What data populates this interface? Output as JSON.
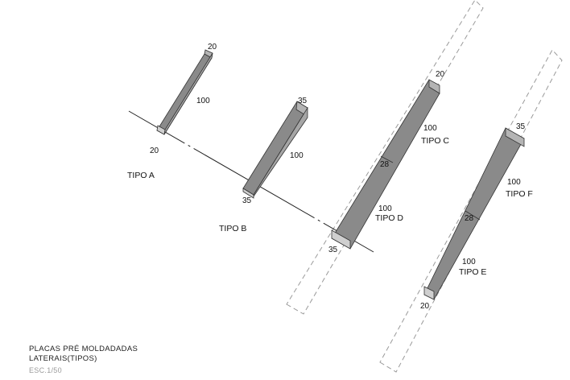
{
  "colors": {
    "face_top": "#8a8a8a",
    "face_side": "#b4b4b4",
    "face_front": "#cfcfcf",
    "edge": "#333333",
    "dashed": "#9a9a9a"
  },
  "pieces": {
    "tipo_a": {
      "label": "TIPO A",
      "dim_top": "20",
      "dim_length": "100",
      "dim_base": "20"
    },
    "tipo_b": {
      "label": "TIPO B",
      "dim_top": "35",
      "dim_length": "100",
      "dim_base": "35"
    },
    "tipo_c": {
      "label": "TIPO C",
      "dim_top": "20",
      "dim_length": "100"
    },
    "tipo_d": {
      "label": "TIPO D",
      "dim_joint": "28",
      "dim_length": "100",
      "dim_base": "35"
    },
    "tipo_e": {
      "label": "TIPO E",
      "dim_joint": "28",
      "dim_length": "100",
      "dim_base": "20"
    },
    "tipo_f": {
      "label": "TIPO F",
      "dim_top": "35",
      "dim_length": "100"
    }
  },
  "caption": {
    "title_line1": "PLACAS PRÉ MOLDADADAS",
    "title_line2": "LATERAIS(TIPOS)",
    "scale": "ESC.1/50"
  }
}
